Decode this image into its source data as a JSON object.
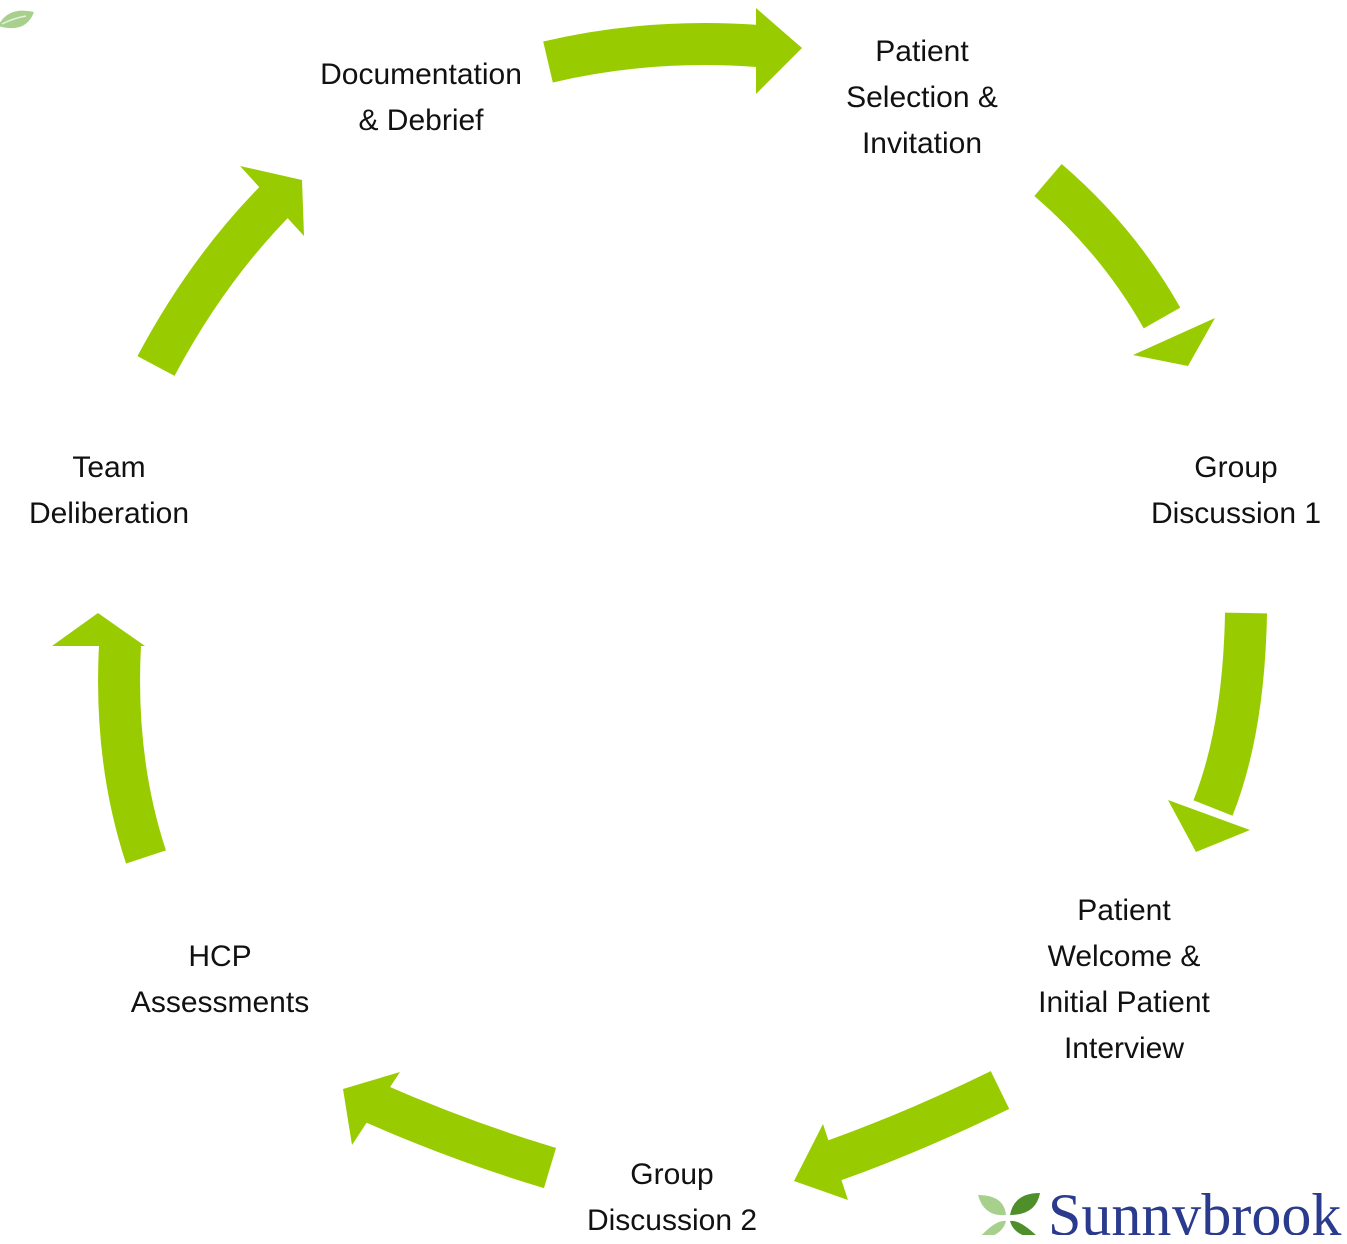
{
  "colors": {
    "arrow": "#99cc00",
    "text": "#111111",
    "brand": "#2a3a8c",
    "leaf_light": "#a8d08d",
    "leaf_dark": "#4e8f2c"
  },
  "steps": [
    {
      "lines": [
        "Patient",
        "Selection &",
        "Invitation"
      ]
    },
    {
      "lines": [
        "Group",
        "Discussion 1"
      ]
    },
    {
      "lines": [
        "Patient",
        "Welcome &",
        "Initial Patient",
        "Interview"
      ]
    },
    {
      "lines": [
        "Group",
        "Discussion 2"
      ]
    },
    {
      "lines": [
        "HCP",
        "Assessments"
      ]
    },
    {
      "lines": [
        "Team",
        "Deliberation"
      ]
    },
    {
      "lines": [
        "Documentation",
        "& Debrief"
      ]
    }
  ],
  "brand": {
    "name": "Sunnybrook",
    "icon": "leaf-logo-icon"
  },
  "decor": {
    "corner_icon": "leaf-icon"
  }
}
